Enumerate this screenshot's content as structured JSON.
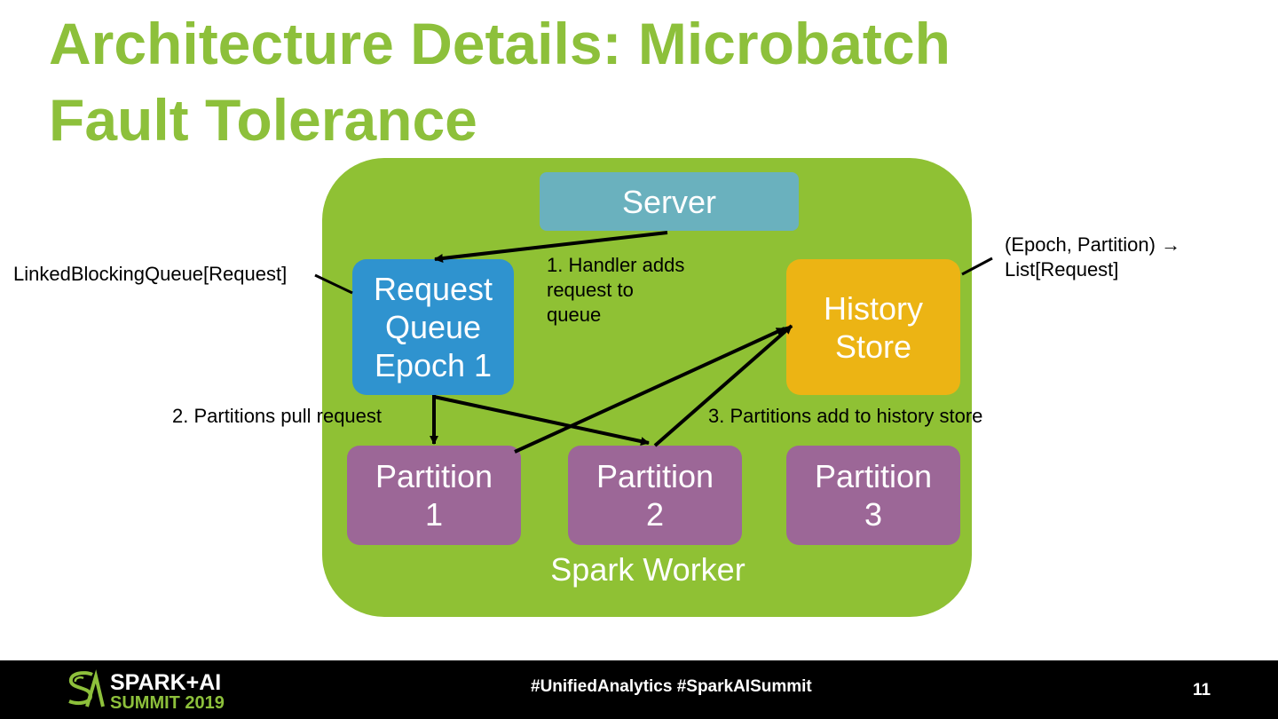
{
  "slide": {
    "title_lines": [
      "Architecture Details: Microbatch",
      "Fault Tolerance"
    ]
  },
  "diagram": {
    "container_label": "Spark Worker",
    "server": "Server",
    "request_queue": [
      "Request",
      "Queue",
      "Epoch 1"
    ],
    "history_store": [
      "History",
      "Store"
    ],
    "partitions": [
      [
        "Partition",
        "1"
      ],
      [
        "Partition",
        "2"
      ],
      [
        "Partition",
        "3"
      ]
    ],
    "annotations": {
      "queue_type": "LinkedBlockingQueue[Request]",
      "history_type": [
        "(Epoch, Partition) →",
        "List[Request]"
      ],
      "step1": [
        "1. Handler adds",
        "request to",
        "queue"
      ],
      "step2": "2. Partitions pull request",
      "step3": "3. Partitions add to history store"
    }
  },
  "footer": {
    "logo_line1": "SPARK+AI",
    "logo_line2": "SUMMIT 2019",
    "hashtags": "#UnifiedAnalytics #SparkAISummit",
    "page_number": "11"
  },
  "colors": {
    "title": "#8dc03b",
    "worker": "#8fc134",
    "server": "#6ab1be",
    "queue": "#2f93cf",
    "history": "#ecb414",
    "partition": "#9c6797",
    "footer_bg": "#000000"
  }
}
